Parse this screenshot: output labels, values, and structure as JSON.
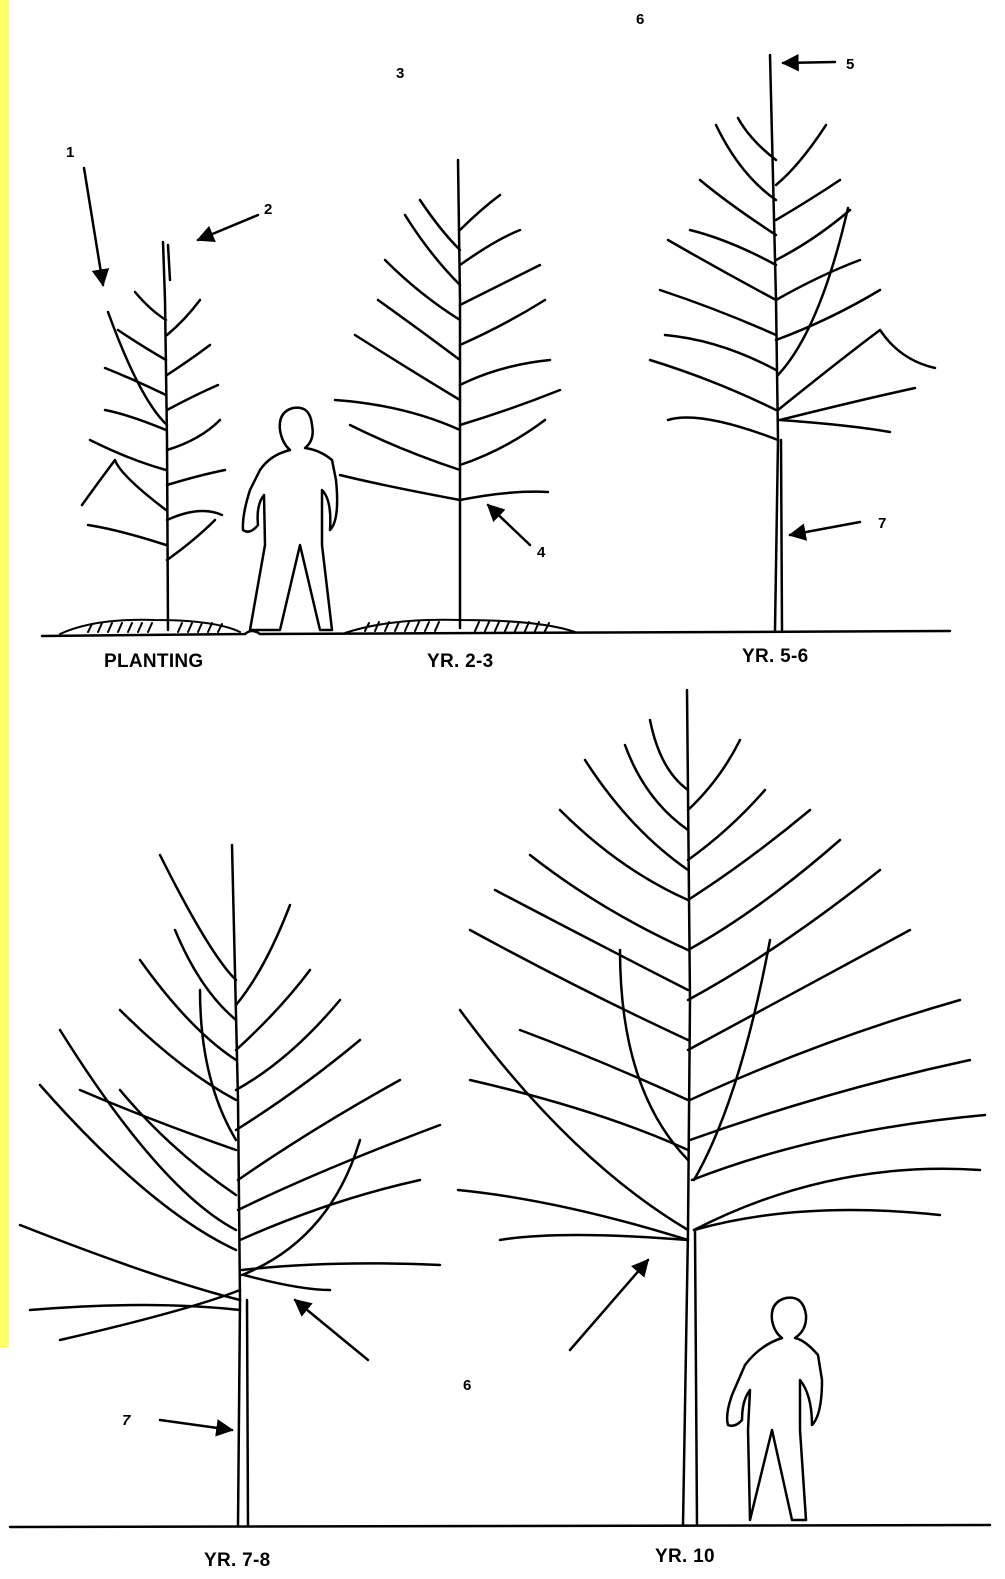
{
  "stages": {
    "planting": "PLANTING",
    "yr23": "YR. 2-3",
    "yr56": "YR. 5-6",
    "yr78": "YR. 7-8",
    "yr10": "YR. 10"
  },
  "callouts": {
    "c1": "1",
    "c2": "2",
    "c3": "3",
    "c4": "4",
    "c5": "5",
    "c6_top": "6",
    "c7": "7",
    "c6_bottom": "6",
    "c7_bottom": "7"
  },
  "colors": {
    "ink": "#000000",
    "yellow_bar": "#ffff66",
    "background": "#ffffff"
  }
}
